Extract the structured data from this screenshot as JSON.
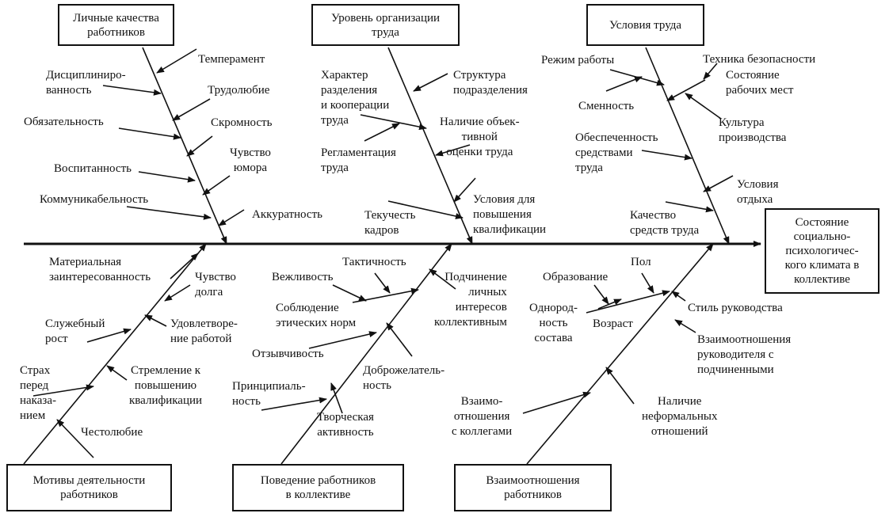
{
  "effect": "Состояние\nсоциально-\nпсихологичес-\nкого климата в\nколлективе",
  "categories": {
    "lichnye": {
      "title": "Личные качества\nработников",
      "causes": [
        "Темперамент",
        "Дисциплиниро-\nванность",
        "Трудолюбие",
        "Обязательность",
        "Скромность",
        "Чувство\nюмора",
        "Воспитанность",
        "Коммуникабельность",
        "Аккуратность"
      ]
    },
    "uroven": {
      "title": "Уровень организации\nтруда",
      "causes": [
        "Характер\nразделения\nи кооперации\nтруда",
        "Структура\nподразделения",
        "Наличие объек-\nтивной\nоценки труда",
        "Регламентация\nтруда",
        "Условия для\nповышения\nквалификации",
        "Текучесть\nкадров"
      ]
    },
    "usloviya": {
      "title": "Условия труда",
      "causes": [
        "Режим работы",
        "Техника безопасности",
        "Состояние\nрабочих мест",
        "Сменность",
        "Культура\nпроизводства",
        "Обеспеченность\nсредствами\nтруда",
        "Условия\nотдыха",
        "Качество\nсредств труда"
      ]
    },
    "motivy": {
      "title": "Мотивы деятельности\nработников",
      "causes": [
        "Материальная\nзаинтересованность",
        "Чувство\nдолга",
        "Служебный\nрост",
        "Удовлетворе-\nние работой",
        "Страх\nперед\nнаказа-\nнием",
        "Стремление к\nповышению\nквалификации",
        "Честолюбие"
      ]
    },
    "povedenie": {
      "title": "Поведение работников\nв коллективе",
      "causes": [
        "Тактичность",
        "Вежливость",
        "Подчинение\nличных\nинтересов\nколлективным",
        "Соблюдение\nэтических норм",
        "Отзывчивость",
        "Доброжелатель-\nность",
        "Принципиаль-\nность",
        "Творческая\nактивность"
      ]
    },
    "vzaimo": {
      "title": "Взаимоотношения\nработников",
      "causes": [
        "Образование",
        "Пол",
        "Однород-\nность\nсостава",
        "Возраст",
        "Стиль руководства",
        "Взаимоотношения\nруководителя с\nподчиненными",
        "Взаимо-\nотношения\nс коллегами",
        "Наличие\nнеформальных\nотношений"
      ]
    }
  }
}
